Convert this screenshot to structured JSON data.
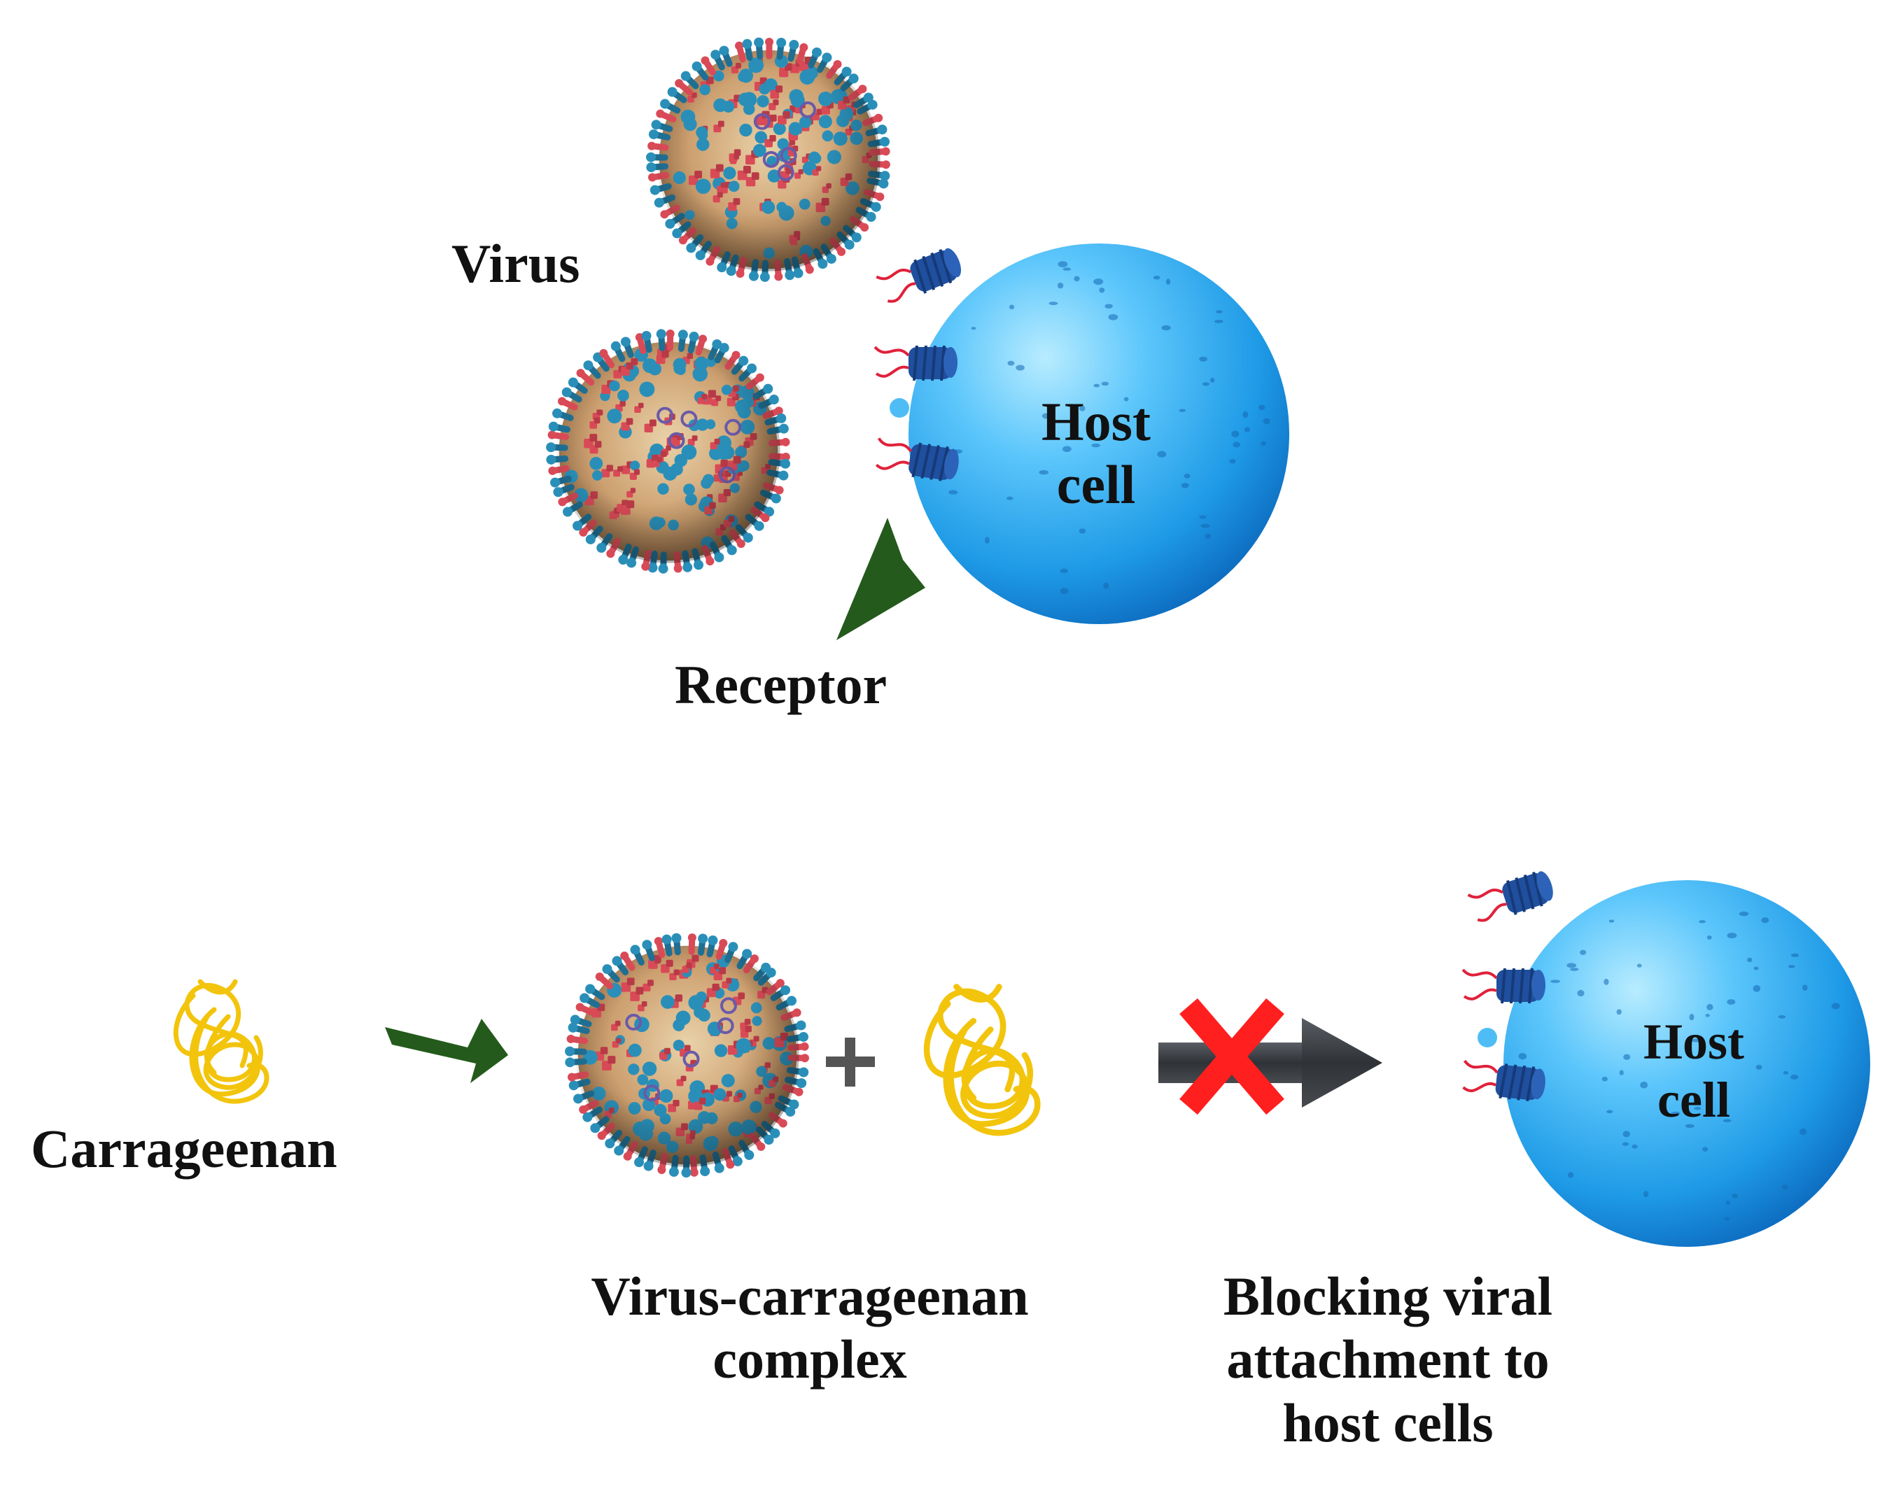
{
  "labels": {
    "virus": "Virus",
    "receptor": "Receptor",
    "carrageenan": "Carrageenan",
    "host_cell_top": [
      "Host",
      "cell"
    ],
    "host_cell_bottom": [
      "Host",
      "cell"
    ],
    "complex": [
      "Virus-carrageenan",
      "complex"
    ],
    "blocking": [
      "Blocking viral",
      "attachment to",
      "host cells"
    ],
    "plus": "+"
  },
  "colors": {
    "cell_light": "#7fd6ff",
    "cell_mid": "#2aa8ee",
    "cell_dark": "#0f6fc2",
    "virus_core": "#d9b98c",
    "spike_blue": "#2a8fb8",
    "spike_red": "#d94a57",
    "receptor_blue": "#1f4f9e",
    "receptor_tail": "#e0213a",
    "green_arrow": "#245a1c",
    "carrageenan": "#f2c40c",
    "blocked_arrow": "#3c3f44",
    "cross": "#ff1f1f",
    "plus": "#555555"
  }
}
